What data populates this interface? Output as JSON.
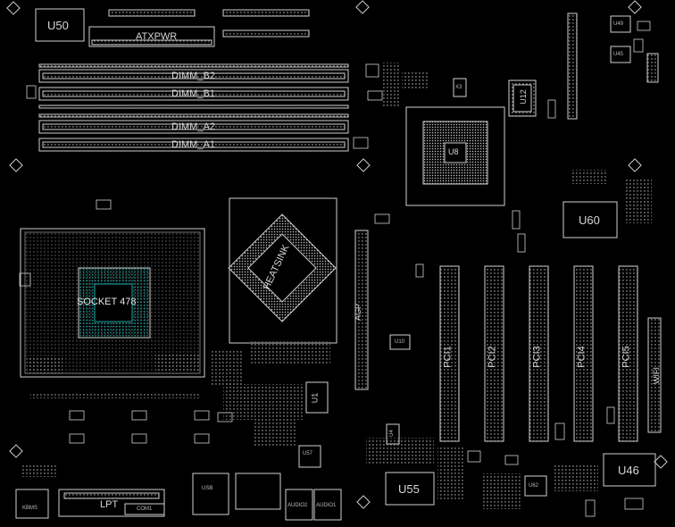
{
  "components": {
    "u50": "U50",
    "atxpwr": "ATXPWR",
    "dimm_b2": "DIMM_B2",
    "dimm_b1": "DIMM_B1",
    "dimm_a2": "DIMM_A2",
    "dimm_a1": "DIMM_A1",
    "socket": "SOCKET 478",
    "heatsink": "HEATSINK",
    "agp": "AGP",
    "pci1": "PCI1",
    "pci2": "PCI2",
    "pci3": "PCI3",
    "pci4": "PCI4",
    "pci5": "PCI5",
    "wifi": "WIFI",
    "u60": "U60",
    "u46": "U46",
    "u55": "U55",
    "u12": "U12",
    "u8": "U8",
    "u1": "U1",
    "u10": "U10",
    "u4": "U4",
    "u62": "U62",
    "u57": "U57",
    "u49": "U49",
    "u45": "U45",
    "kbms": "KBMS",
    "lpt": "LPT",
    "audio2": "AUDIO2",
    "audio1": "AUDIO1",
    "com1": "COM1",
    "usb": "USB",
    "x3": "X3"
  },
  "colors": {
    "background": "#000000",
    "silkscreen": "#d6d6d6",
    "cpu_pad": "#0f8a8a"
  }
}
